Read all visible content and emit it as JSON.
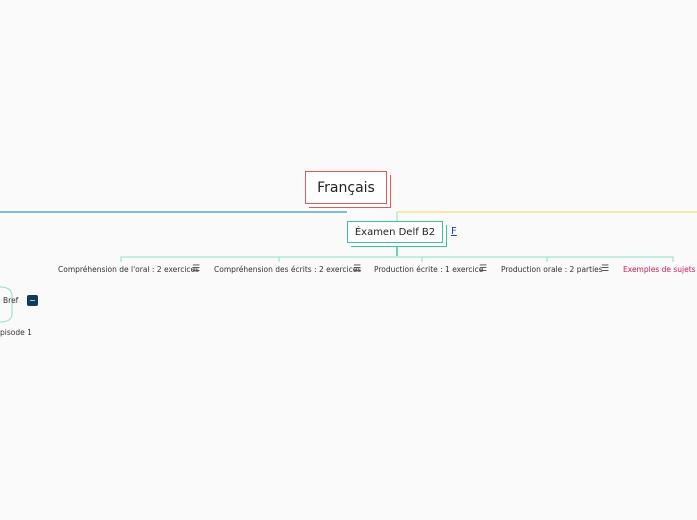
{
  "root": {
    "label": "Français"
  },
  "main": {
    "label": "Éxamen Delf B2",
    "link_label": "F"
  },
  "topics": [
    {
      "label": "Compréhension de l'oral : 2 exercices",
      "icon": "notes-icon"
    },
    {
      "label": "Compréhension des écrits : 2 exercices",
      "icon": "notes-icon"
    },
    {
      "label": "Production écrite : 1 exercice",
      "icon": "notes-icon"
    },
    {
      "label": "Production orale : 2 parties",
      "icon": "notes-icon"
    },
    {
      "label": "Exemples de sujets d'o"
    }
  ],
  "left_branch": {
    "bref_label": "Bref",
    "episode_label": "pisode 1"
  },
  "icons": {
    "notes": "☰"
  },
  "colors": {
    "root_border": "#e05a5a",
    "main_border": "#3cc49a",
    "left_line": "#2a9ad6",
    "right_line": "#f5de7a",
    "branch_line": "#8fe0c6",
    "accent_red": "#d21a4f"
  }
}
